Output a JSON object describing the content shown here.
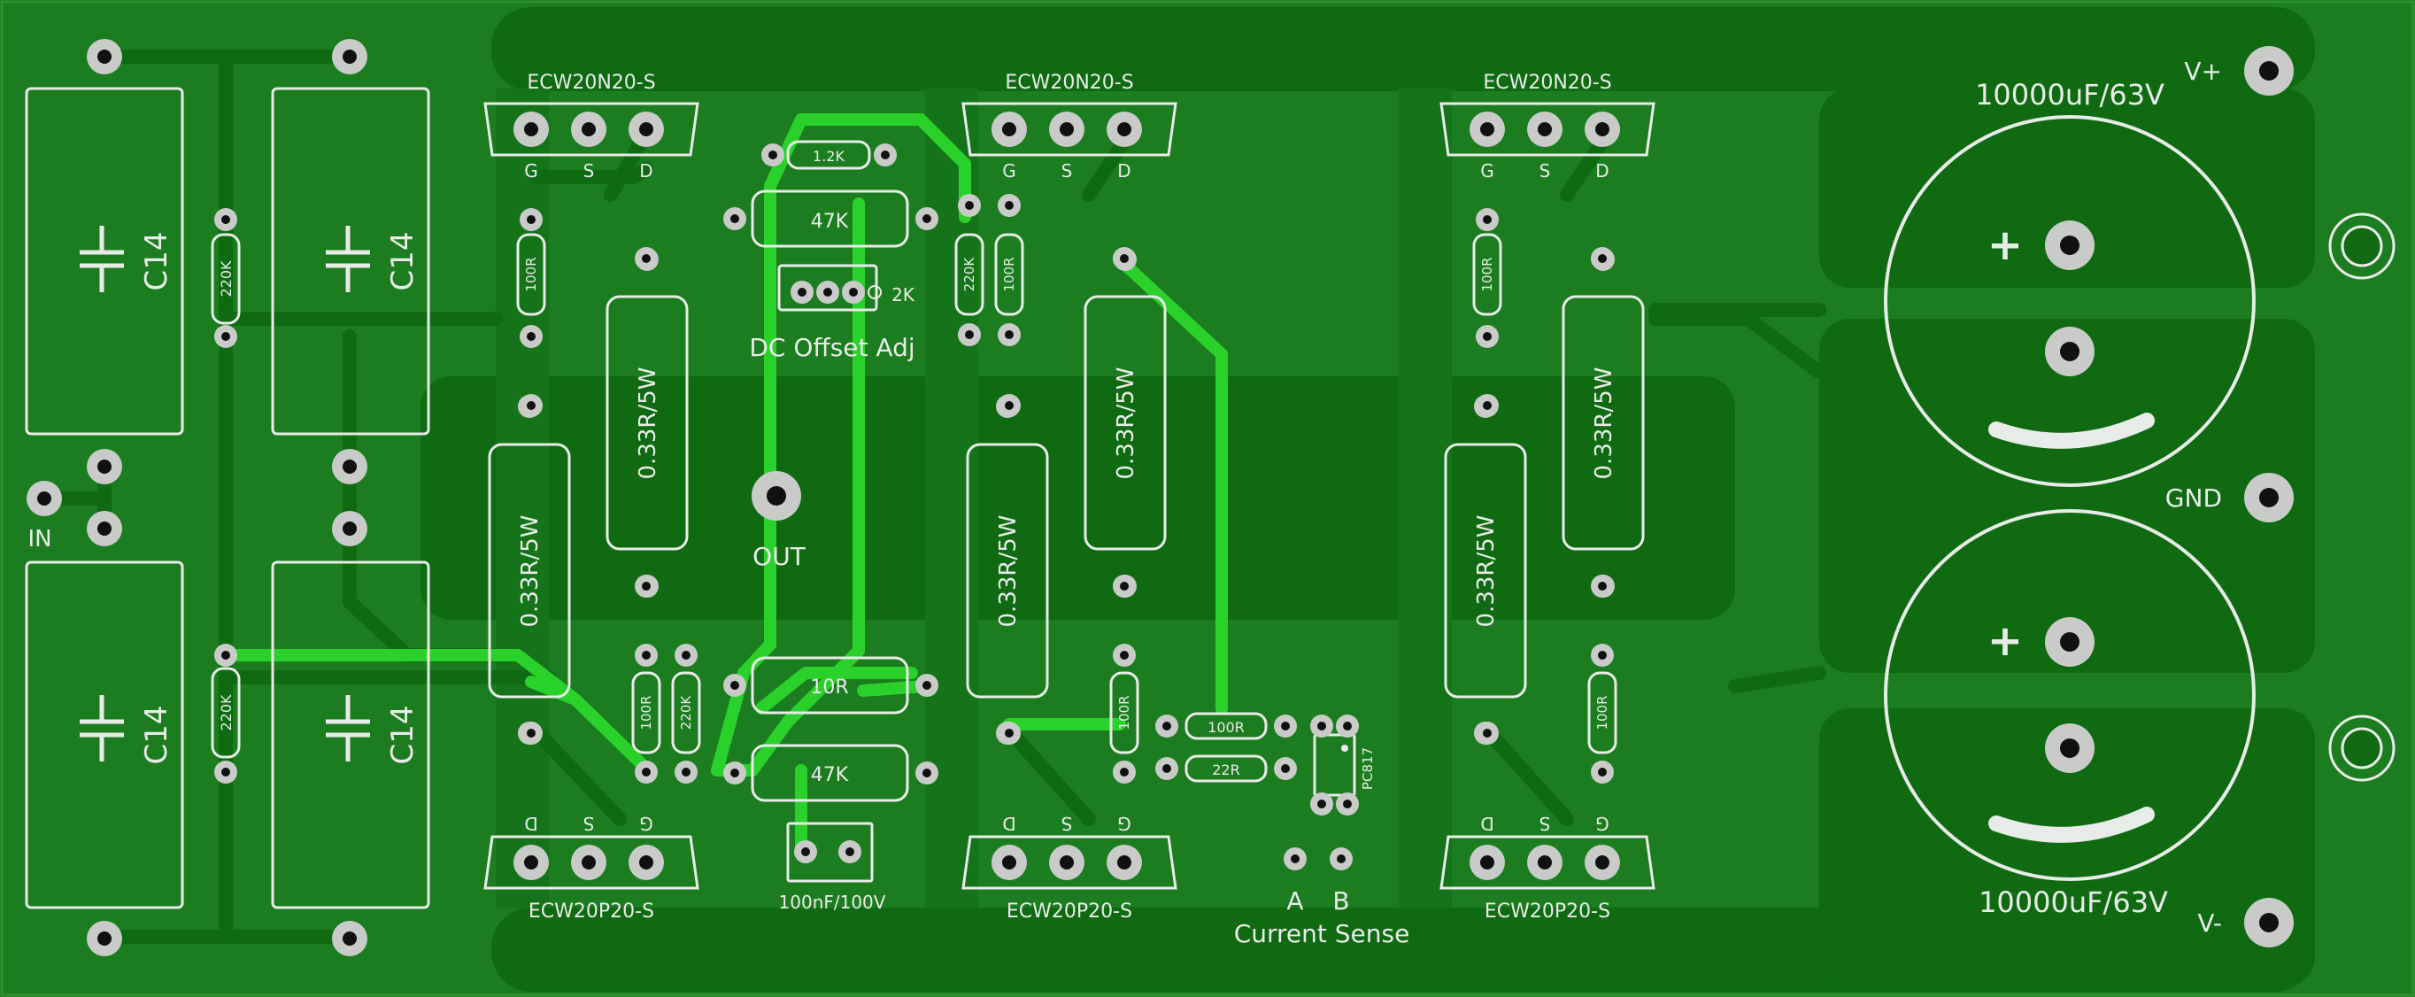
{
  "colors": {
    "board": "#1b7d1f",
    "copper": "#0f6a12",
    "silk": "#e8ece8",
    "pad": "#c9cbc9",
    "bright_trace": "#2bd12b"
  },
  "mosfet_labels": {
    "n_top": "ECW20N20-S",
    "p_bottom": "ECW20P20-S"
  },
  "pin_labels": {
    "gate": "G",
    "source": "S",
    "drain": "D"
  },
  "capacitors": {
    "small_label": "C14",
    "large_top": "10000uF/63V",
    "large_bottom": "10000uF/63V",
    "plus": "+"
  },
  "resistors": {
    "r220k": "220K",
    "r100r": "100R",
    "r033": "0.33R/5W",
    "r1_2k": "1.2K",
    "r47k": "47K",
    "r10r": "10R",
    "r22r": "22R"
  },
  "misc": {
    "trimmer_value": "2K",
    "dc_offset": "DC Offset Adj",
    "out": "OUT",
    "in": "IN",
    "film_cap": "100nF/100V",
    "optocoupler": "PC817",
    "current_sense": "Current Sense",
    "sense_a": "A",
    "sense_b": "B"
  },
  "terminals": {
    "vplus": "V+",
    "gnd": "GND",
    "vminus": "V-"
  }
}
